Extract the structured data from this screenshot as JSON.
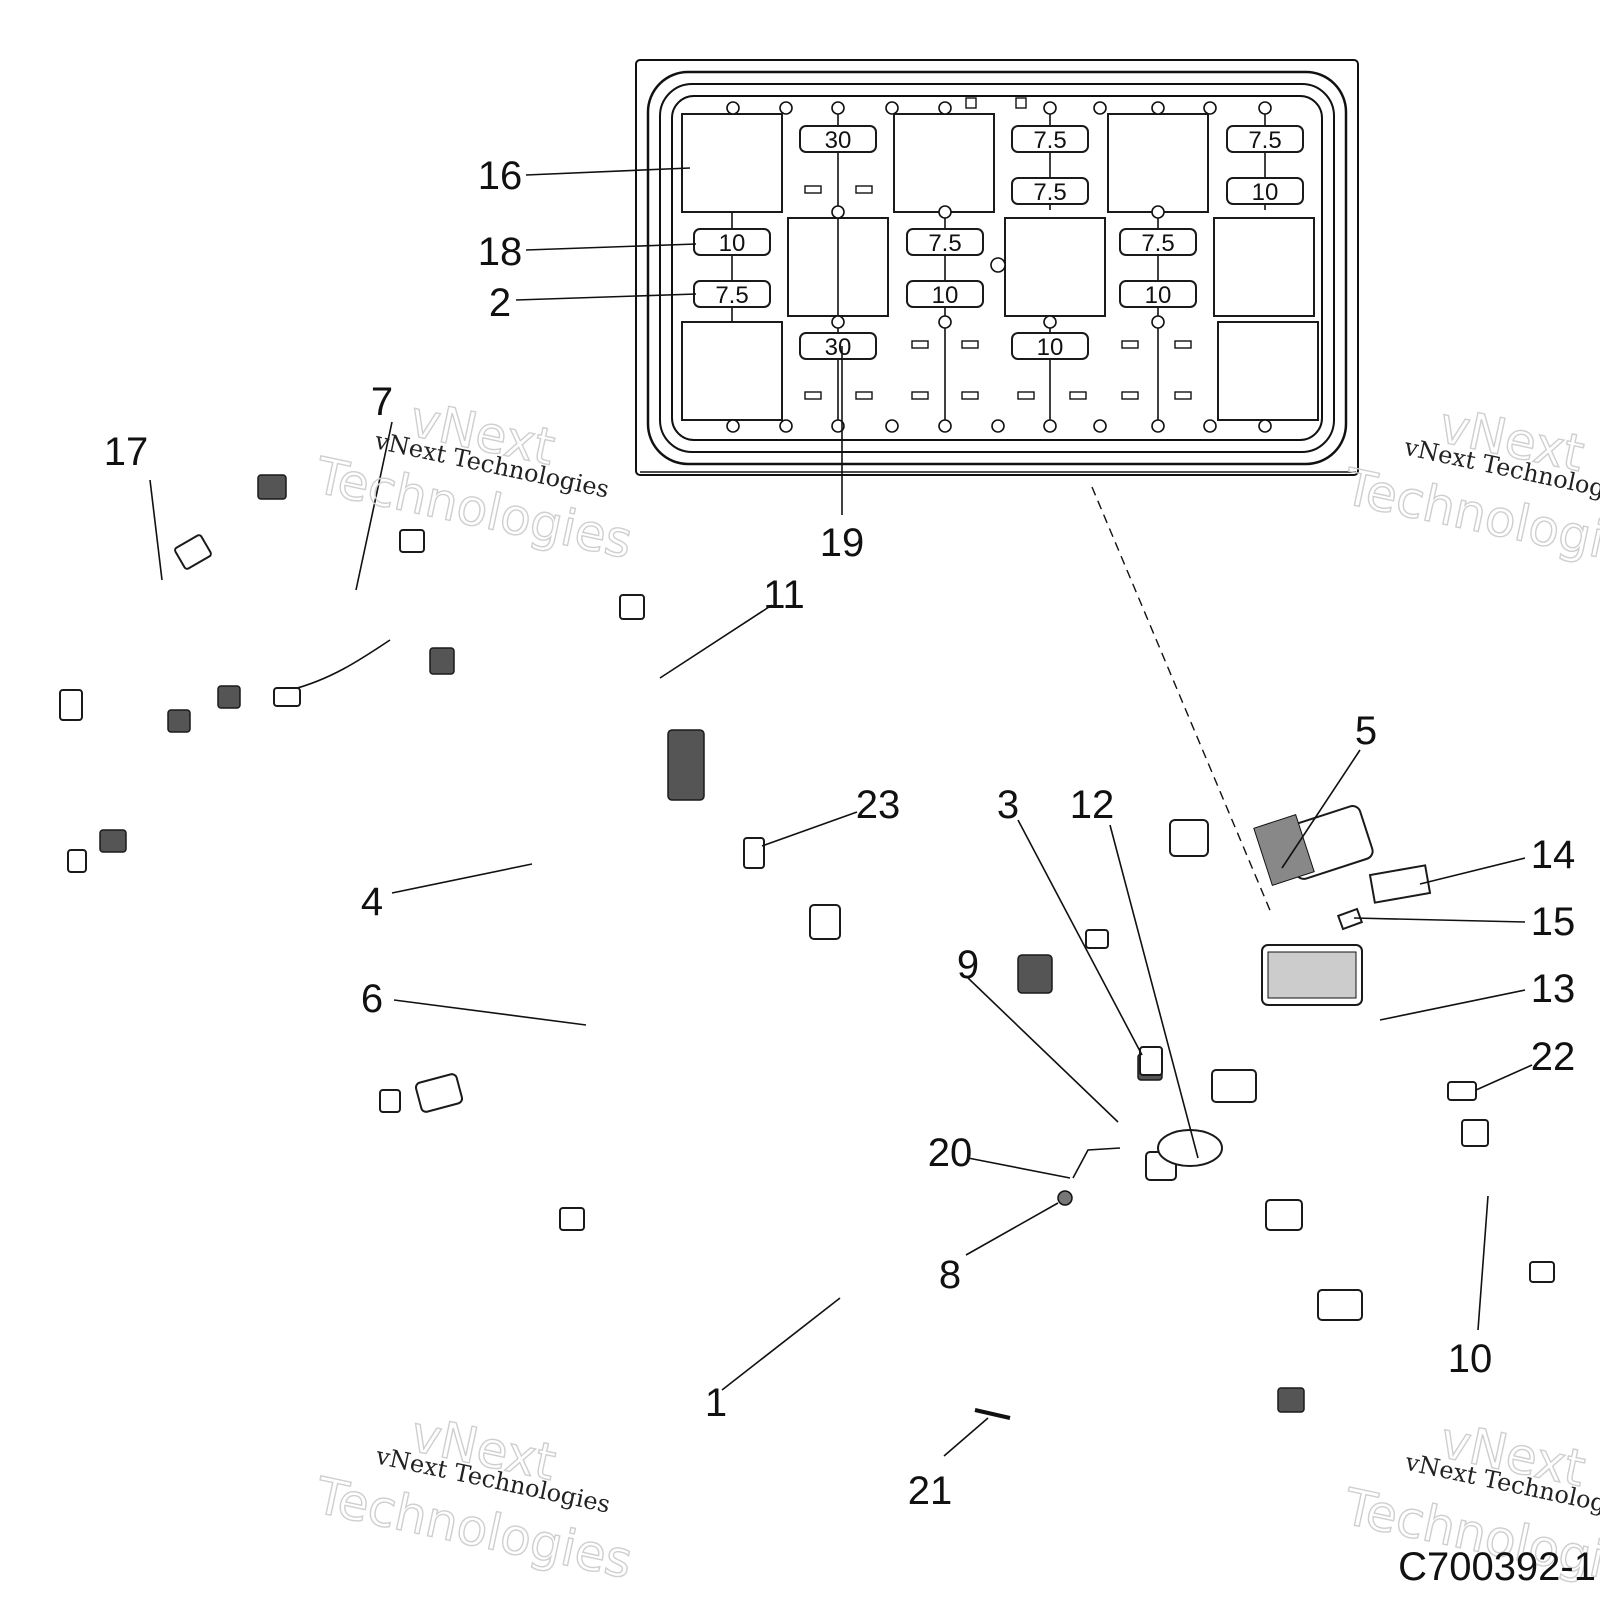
{
  "drawing_ref": "C700392-1",
  "watermark": {
    "line_small": "vNext Technologies",
    "line_big_1": "vNext",
    "line_big_2": "Technologies"
  },
  "callouts": {
    "c1": "1",
    "c2": "2",
    "c3": "3",
    "c4": "4",
    "c5": "5",
    "c6": "6",
    "c7": "7",
    "c8": "8",
    "c9": "9",
    "c10": "10",
    "c11": "11",
    "c12": "12",
    "c13": "13",
    "c14": "14",
    "c15": "15",
    "c16": "16",
    "c17": "17",
    "c18": "18",
    "c19": "19",
    "c20": "20",
    "c21": "21",
    "c22": "22",
    "c23": "23"
  },
  "fuse_box": {
    "fuses": {
      "f_30_top": "30",
      "f_30_bottom": "30",
      "f_75_a": "7.5",
      "f_75_b": "7.5",
      "f_75_c": "7.5",
      "f_10_a": "10",
      "f_10_left": "10",
      "f_75_left": "7.5",
      "f_75_mid": "7.5",
      "f_10_mid": "10",
      "f_10_mid2": "10",
      "f_75_right": "7.5",
      "f_10_right": "10"
    }
  }
}
